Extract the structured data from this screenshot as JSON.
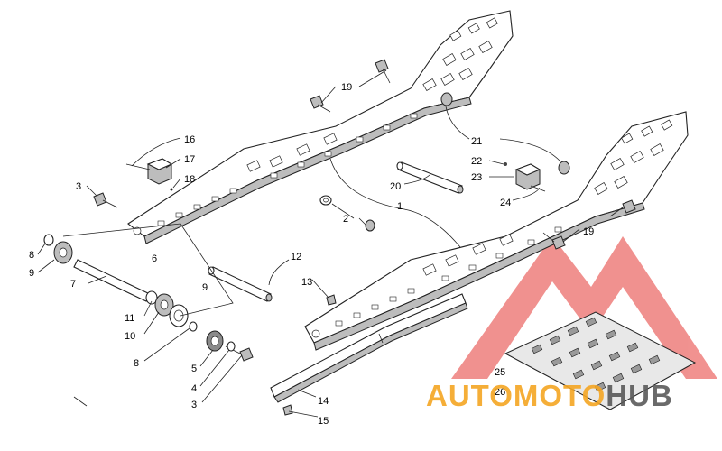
{
  "diagram": {
    "callouts": [
      {
        "id": "c1",
        "text": "1"
      },
      {
        "id": "c2",
        "text": "2"
      },
      {
        "id": "c3a",
        "text": "3"
      },
      {
        "id": "c3b",
        "text": "3"
      },
      {
        "id": "c4",
        "text": "4"
      },
      {
        "id": "c5",
        "text": "5"
      },
      {
        "id": "c6",
        "text": "6"
      },
      {
        "id": "c7",
        "text": "7"
      },
      {
        "id": "c8a",
        "text": "8"
      },
      {
        "id": "c8b",
        "text": "8"
      },
      {
        "id": "c9a",
        "text": "9"
      },
      {
        "id": "c9b",
        "text": "9"
      },
      {
        "id": "c10",
        "text": "10"
      },
      {
        "id": "c11",
        "text": "11"
      },
      {
        "id": "c12",
        "text": "12"
      },
      {
        "id": "c13",
        "text": "13"
      },
      {
        "id": "c14",
        "text": "14"
      },
      {
        "id": "c15",
        "text": "15"
      },
      {
        "id": "c16",
        "text": "16"
      },
      {
        "id": "c17",
        "text": "17"
      },
      {
        "id": "c18",
        "text": "18"
      },
      {
        "id": "c19a",
        "text": "19"
      },
      {
        "id": "c19b",
        "text": "19"
      },
      {
        "id": "c20",
        "text": "20"
      },
      {
        "id": "c21",
        "text": "21"
      },
      {
        "id": "c22",
        "text": "22"
      },
      {
        "id": "c23",
        "text": "23"
      },
      {
        "id": "c24",
        "text": "24"
      },
      {
        "id": "c25",
        "text": "25"
      },
      {
        "id": "c26",
        "text": "26"
      }
    ]
  },
  "watermark": {
    "part1": "AUTOMOTO",
    "part2": "HUB",
    "color_orange": "#f5a623",
    "color_dark": "#5a5a5a",
    "logo_color": "#e53935"
  }
}
